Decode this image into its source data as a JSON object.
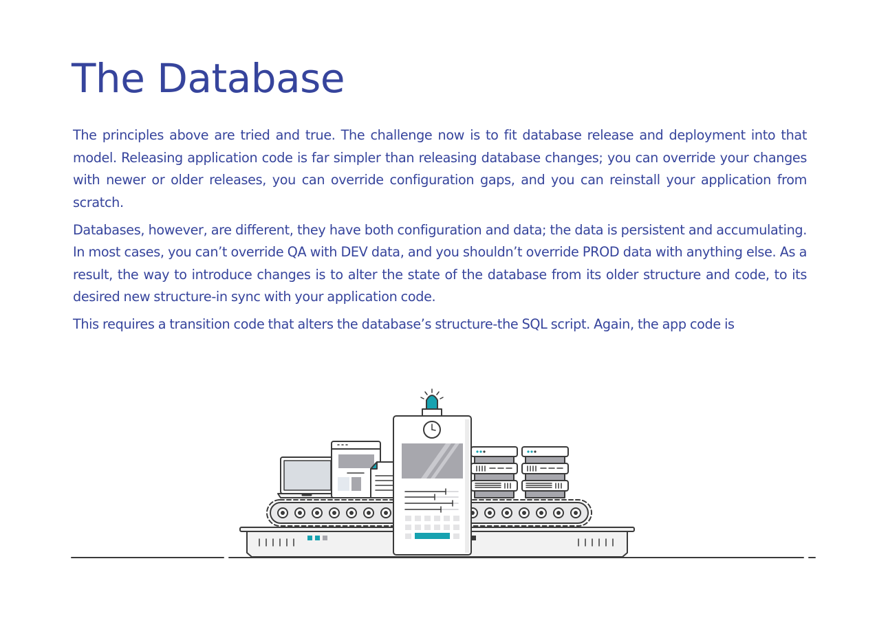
{
  "document": {
    "title": "The Database",
    "paragraphs": [
      "The principles above are tried and true.  The challenge now is to fit database release and deployment into that model. Releasing application code is far simpler than releasing database changes; you can override your changes with newer or older releases, you can override configuration gaps, and you can reinstall your application from scratch.",
      "Databases, however, are different, they have both configuration and data; the data is persistent and accumulating.  In most cases, you can’t override QA with DEV data, and you shouldn’t override PROD data with anything else. As a result, the way to introduce changes is to alter the state of the database from its older structure and code, to its desired new structure-in sync with your application code.",
      "This requires a transition code that alters the database’s structure-the SQL script. Again, the app code is"
    ]
  },
  "illustration": {
    "description_icon": "conveyor-belt-database-illustration",
    "colors": {
      "accent": "#17a2b0",
      "outline": "#3a3a3a",
      "fill_light": "#f2f2f2",
      "fill_gray": "#a7a7ad",
      "text": "#36449c"
    }
  }
}
